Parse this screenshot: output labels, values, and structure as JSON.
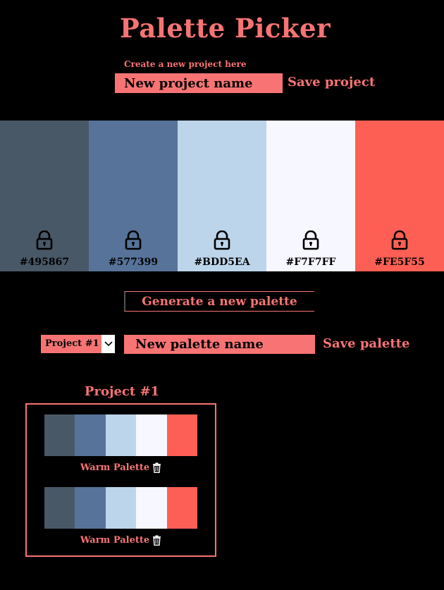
{
  "header": {
    "title": "Palette Picker",
    "project_hint": "Create a new project here",
    "project_placeholder": "New project name",
    "save_project_label": "Save project"
  },
  "palette": {
    "colors": [
      {
        "hex": "#495867",
        "locked": true
      },
      {
        "hex": "#577399",
        "locked": true
      },
      {
        "hex": "#BDD5EA",
        "locked": true
      },
      {
        "hex": "#F7F7FF",
        "locked": true
      },
      {
        "hex": "#FE5F55",
        "locked": true
      }
    ],
    "generate_label": "Generate a new palette"
  },
  "save_form": {
    "selected_project": "Project #1",
    "palette_placeholder": "New palette name",
    "save_palette_label": "Save palette"
  },
  "projects": [
    {
      "title": "Project #1",
      "palettes": [
        {
          "name": "Warm Palette",
          "colors": [
            "#495867",
            "#577399",
            "#BDD5EA",
            "#F7F7FF",
            "#FE5F55"
          ]
        },
        {
          "name": "Warm Palette",
          "colors": [
            "#495867",
            "#577399",
            "#BDD5EA",
            "#F7F7FF",
            "#FE5F55"
          ]
        }
      ]
    }
  ],
  "icons": {
    "lock": "lock-icon",
    "select_arrow": "chevron-down-icon",
    "delete": "trash-icon"
  },
  "colors": {
    "accent": "#F87474",
    "background": "#000000"
  }
}
